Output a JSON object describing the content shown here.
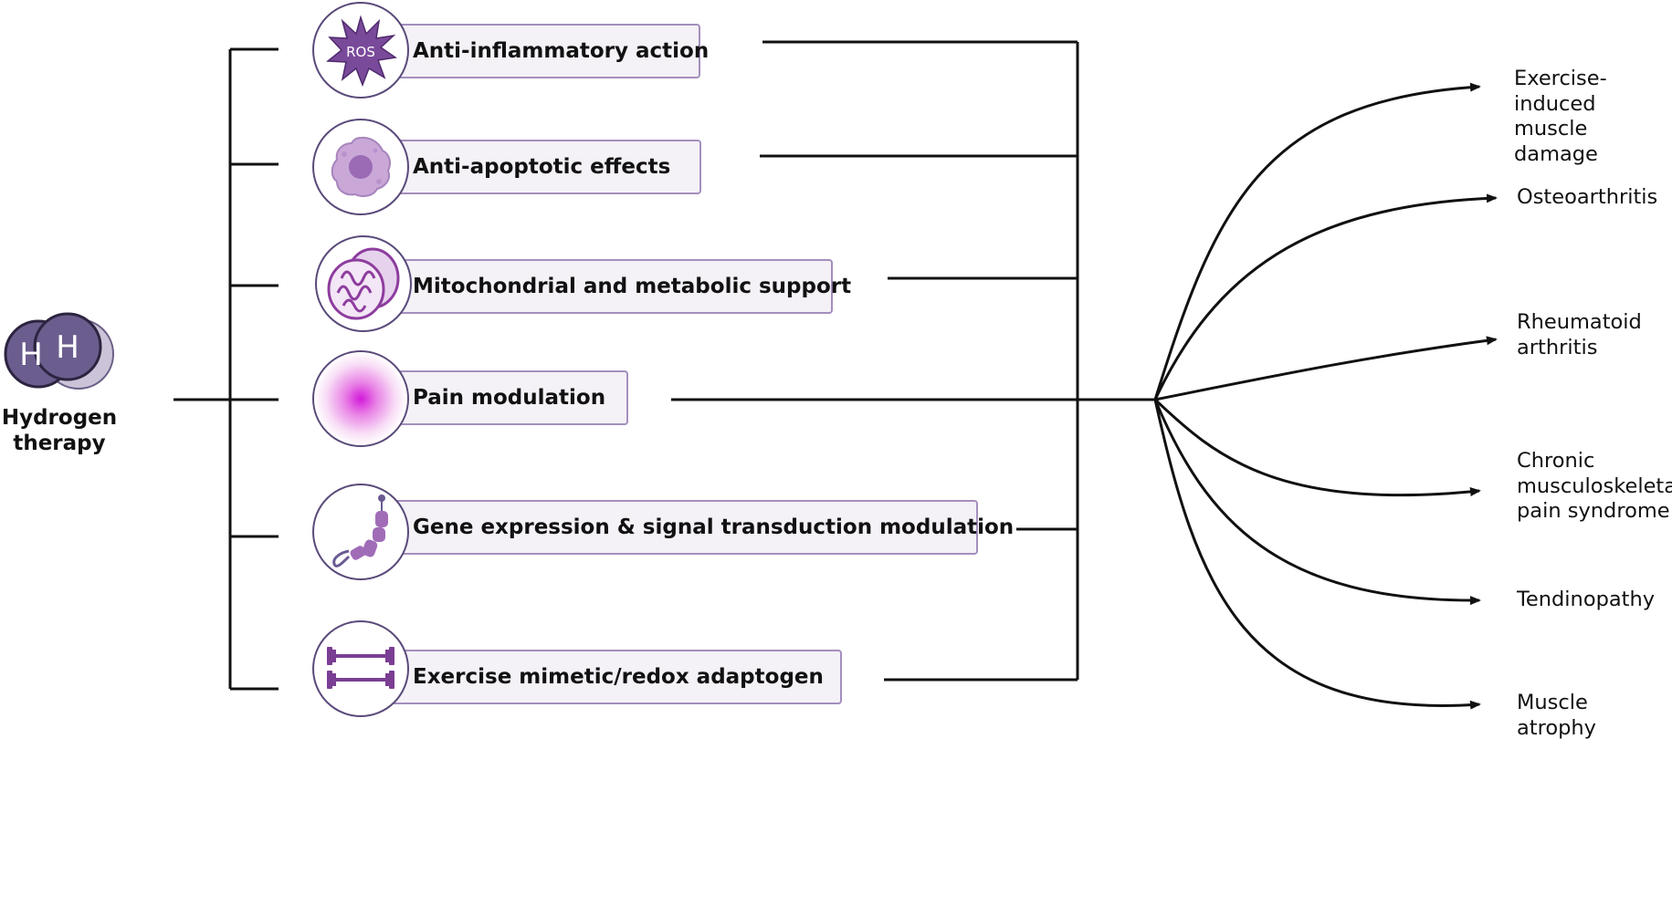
{
  "source": {
    "label": "Hydrogen\ntherapy",
    "icon": "hydrogen-molecule-icon",
    "atom_letter": "H"
  },
  "mechanisms": [
    {
      "label": "Anti-inflammatory action",
      "icon": "ros-burst-icon",
      "icon_text": "ROS"
    },
    {
      "label": "Anti-apoptotic effects",
      "icon": "apoptotic-cell-icon"
    },
    {
      "label": "Mitochondrial and metabolic support",
      "icon": "mitochondria-icon"
    },
    {
      "label": "Pain modulation",
      "icon": "pain-glow-icon"
    },
    {
      "label": "Gene expression & signal transduction modulation",
      "icon": "receptor-protein-icon"
    },
    {
      "label": "Exercise mimetic/redox adaptogen",
      "icon": "dumbbell-icon"
    }
  ],
  "outcomes": [
    {
      "label": "Exercise-induced\nmuscle damage"
    },
    {
      "label": "Osteoarthritis"
    },
    {
      "label": "Rheumatoid\narthritis"
    },
    {
      "label": "Chronic\nmusculoskeletal\npain syndrome"
    },
    {
      "label": "Tendinopathy"
    },
    {
      "label": "Muscle atrophy"
    }
  ],
  "colors": {
    "box_fill": "#f4f1f7",
    "box_border": "#a48fbd",
    "accent_purple": "#7a4a9a",
    "molecule": "#6b5e8e",
    "line": "#111111"
  }
}
